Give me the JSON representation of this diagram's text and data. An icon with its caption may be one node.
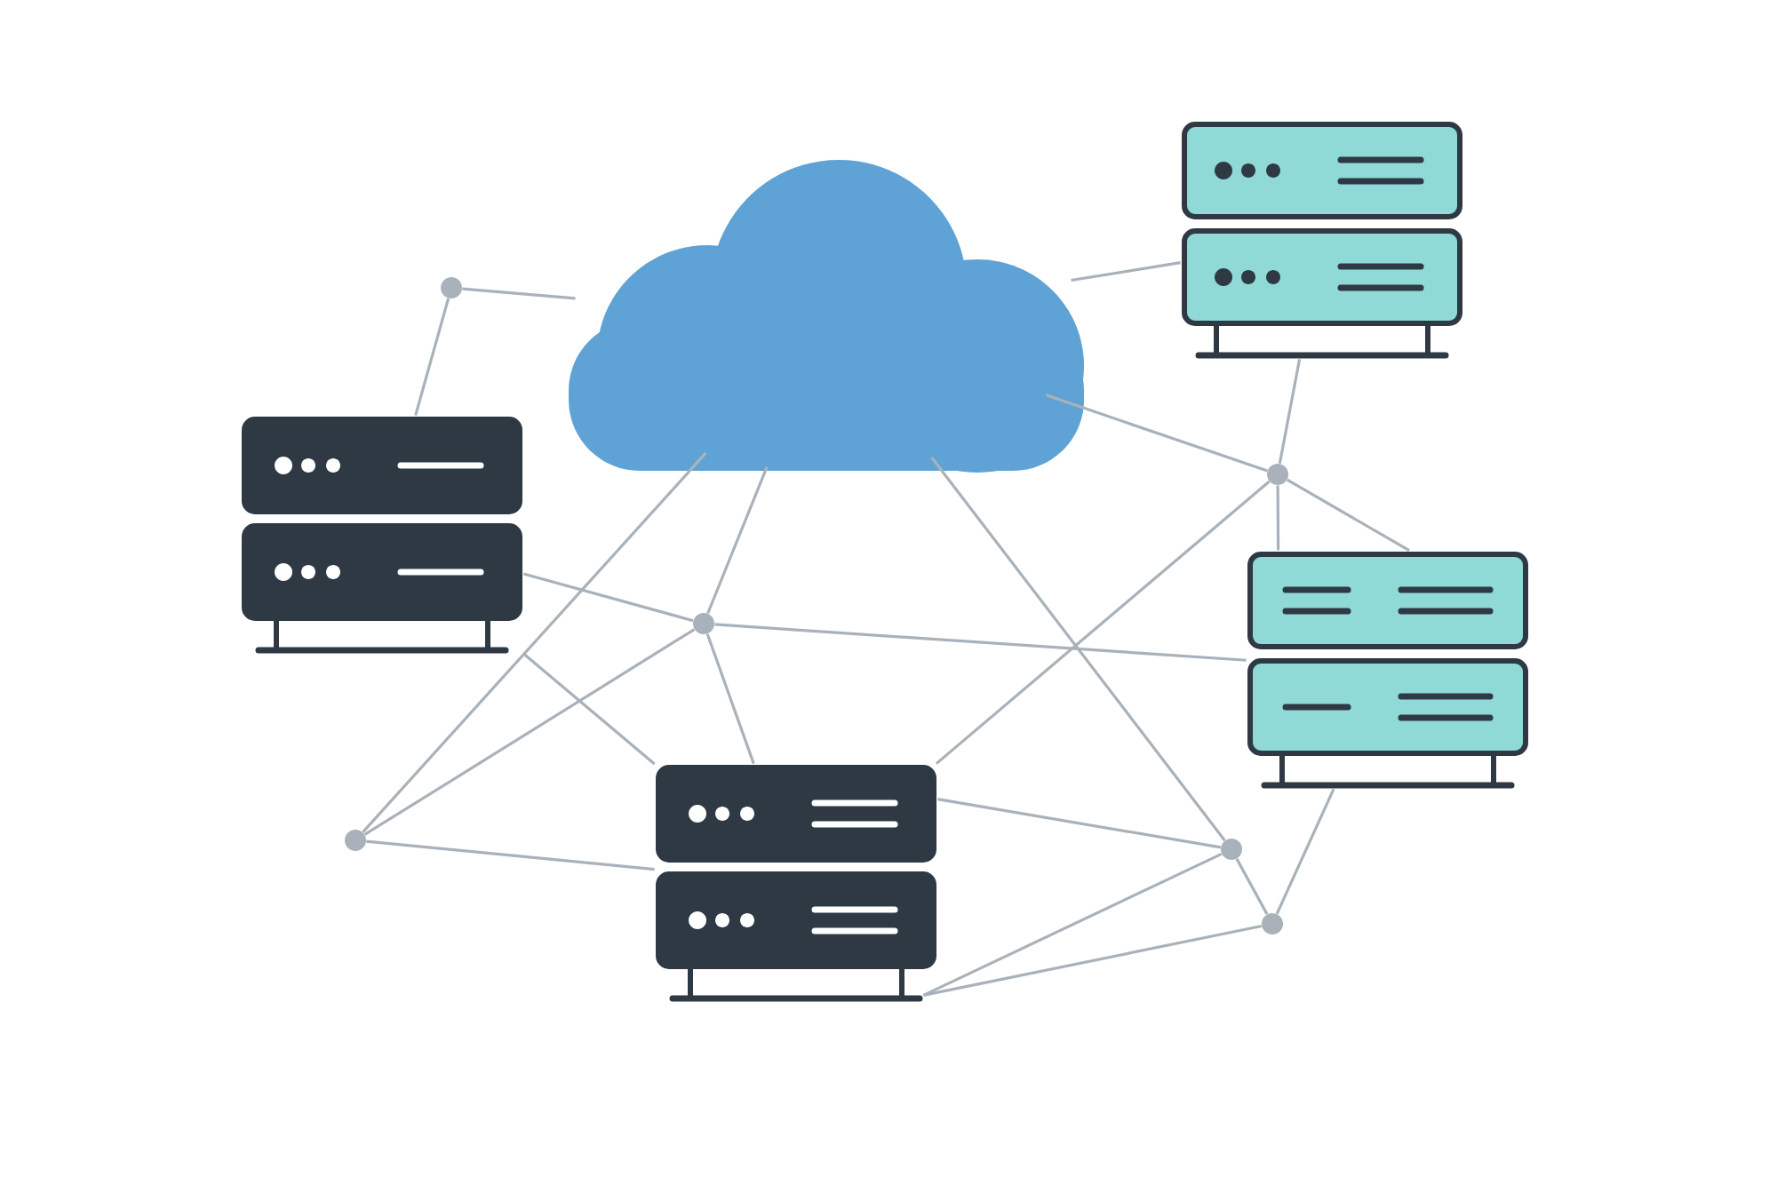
{
  "diagram": {
    "nodes": [
      {
        "text": [],
        "shape": "cloud"
      },
      {
        "text": [],
        "shape": "server"
      },
      {
        "text": [],
        "shape": "circle"
      },
      {
        "text": [],
        "shape": "server"
      },
      {
        "text": [],
        "shape": "circle"
      },
      {
        "text": [],
        "shape": "server"
      },
      {
        "text": [],
        "shape": "circle"
      },
      {
        "text": [],
        "shape": "circle"
      },
      {
        "text": [],
        "shape": "server"
      },
      {
        "text": [],
        "shape": "circle"
      },
      {
        "text": [],
        "shape": "circle"
      }
    ],
    "edges": [
      {
        "from": 2,
        "to": 0,
        "arrow": "none"
      },
      {
        "from": 2,
        "to": 3,
        "arrow": "none"
      },
      {
        "from": 0,
        "to": 1,
        "arrow": "none"
      },
      {
        "from": 0,
        "to": 4,
        "arrow": "none"
      },
      {
        "from": 1,
        "to": 4,
        "arrow": "none"
      },
      {
        "from": 4,
        "to": 5,
        "arrow": "none"
      },
      {
        "from": 4,
        "to": 5,
        "arrow": "none"
      },
      {
        "from": 4,
        "to": 8,
        "arrow": "none"
      },
      {
        "from": 0,
        "to": 6,
        "arrow": "none"
      },
      {
        "from": 0,
        "to": 7,
        "arrow": "none"
      },
      {
        "from": 0,
        "to": 9,
        "arrow": "none"
      },
      {
        "from": 3,
        "to": 6,
        "arrow": "none"
      },
      {
        "from": 6,
        "to": 5,
        "arrow": "none"
      },
      {
        "from": 6,
        "to": 8,
        "arrow": "none"
      },
      {
        "from": 6,
        "to": 7,
        "arrow": "none"
      },
      {
        "from": 3,
        "to": 8,
        "arrow": "none"
      },
      {
        "from": 7,
        "to": 8,
        "arrow": "none"
      },
      {
        "from": 8,
        "to": 9,
        "arrow": "none"
      },
      {
        "from": 8,
        "to": 9,
        "arrow": "none"
      },
      {
        "from": 8,
        "to": 10,
        "arrow": "none"
      },
      {
        "from": 9,
        "to": 10,
        "arrow": "none"
      },
      {
        "from": 10,
        "to": 5,
        "arrow": "none"
      }
    ]
  }
}
